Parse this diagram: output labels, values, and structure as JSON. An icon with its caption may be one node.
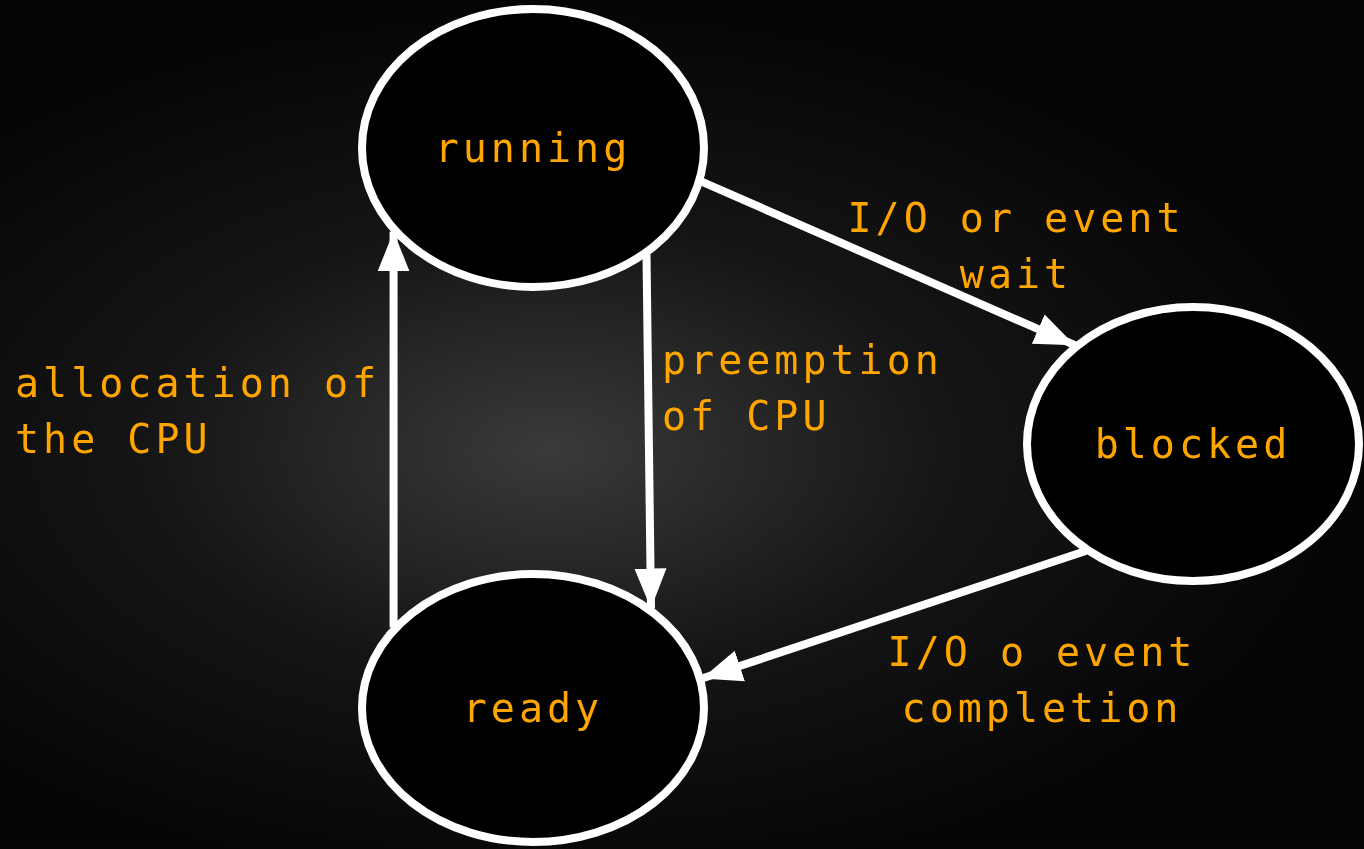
{
  "diagram": {
    "nodes": [
      {
        "text": [
          "running"
        ]
      },
      {
        "text": [
          "blocked"
        ]
      },
      {
        "text": [
          "ready"
        ]
      }
    ],
    "edges": [
      {
        "from": 0,
        "to": 1,
        "arrow": "to",
        "label": "I/O or event wait"
      },
      {
        "from": 0,
        "to": 2,
        "arrow": "to",
        "label": "preemption of CPU"
      },
      {
        "from": 2,
        "to": 0,
        "arrow": "to",
        "label": "allocation of the CPU"
      },
      {
        "from": 1,
        "to": 2,
        "arrow": "to",
        "label": "I/O o event completion"
      }
    ]
  }
}
